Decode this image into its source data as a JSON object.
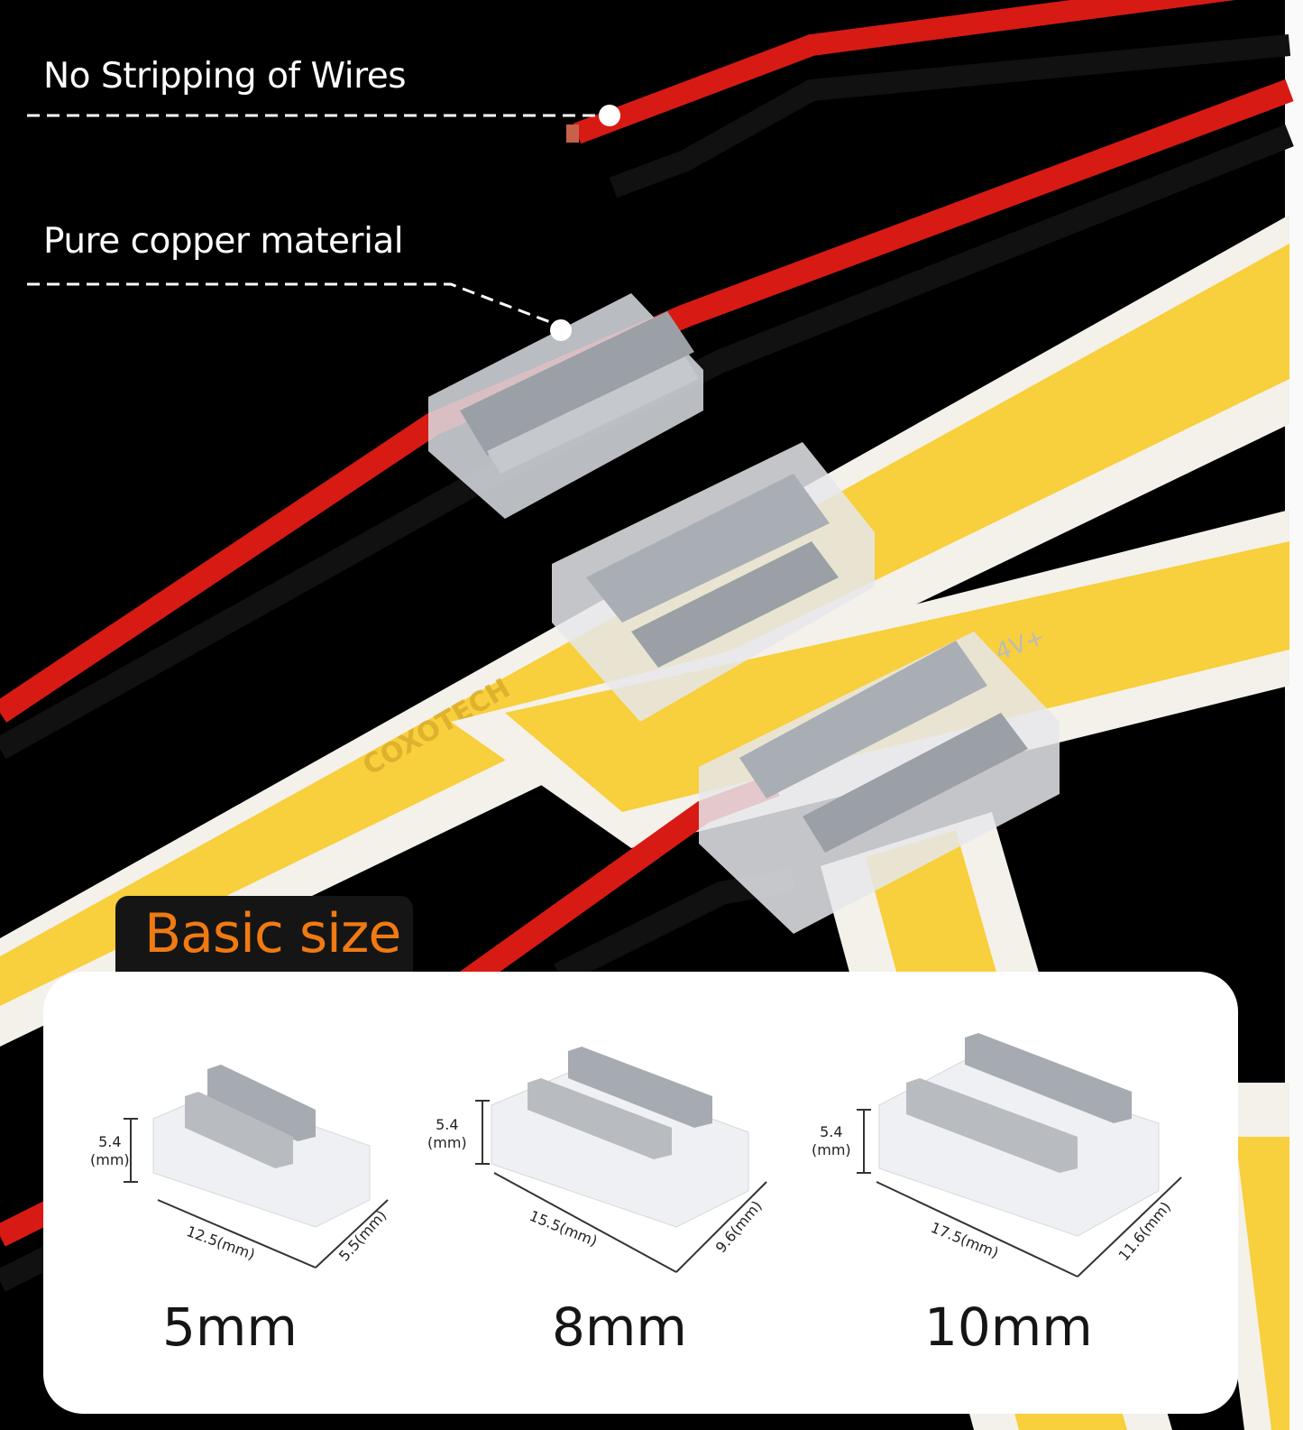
{
  "callouts": {
    "wires": "No Stripping of Wires",
    "copper": "Pure copper material"
  },
  "strip": {
    "brand": "COXOTECH",
    "marking_plus": "4V+",
    "marking_minus": "-"
  },
  "basic_size": {
    "title": "Basic size",
    "sizes": [
      {
        "label": "5mm",
        "height": "5.4",
        "height_unit": "(mm)",
        "length": "12.5(mm)",
        "width": "5.5(mm)"
      },
      {
        "label": "8mm",
        "height": "5.4",
        "height_unit": "(mm)",
        "length": "15.5(mm)",
        "width": "9.6(mm)"
      },
      {
        "label": "10mm",
        "height": "5.4",
        "height_unit": "(mm)",
        "length": "17.5(mm)",
        "width": "11.6(mm)"
      }
    ]
  },
  "colors": {
    "background": "#000000",
    "accent": "#f07a12",
    "wire_red": "#d81a14",
    "wire_black": "#111111",
    "led_yellow": "#f8cf3c",
    "strip_white": "#f4f1ea"
  }
}
